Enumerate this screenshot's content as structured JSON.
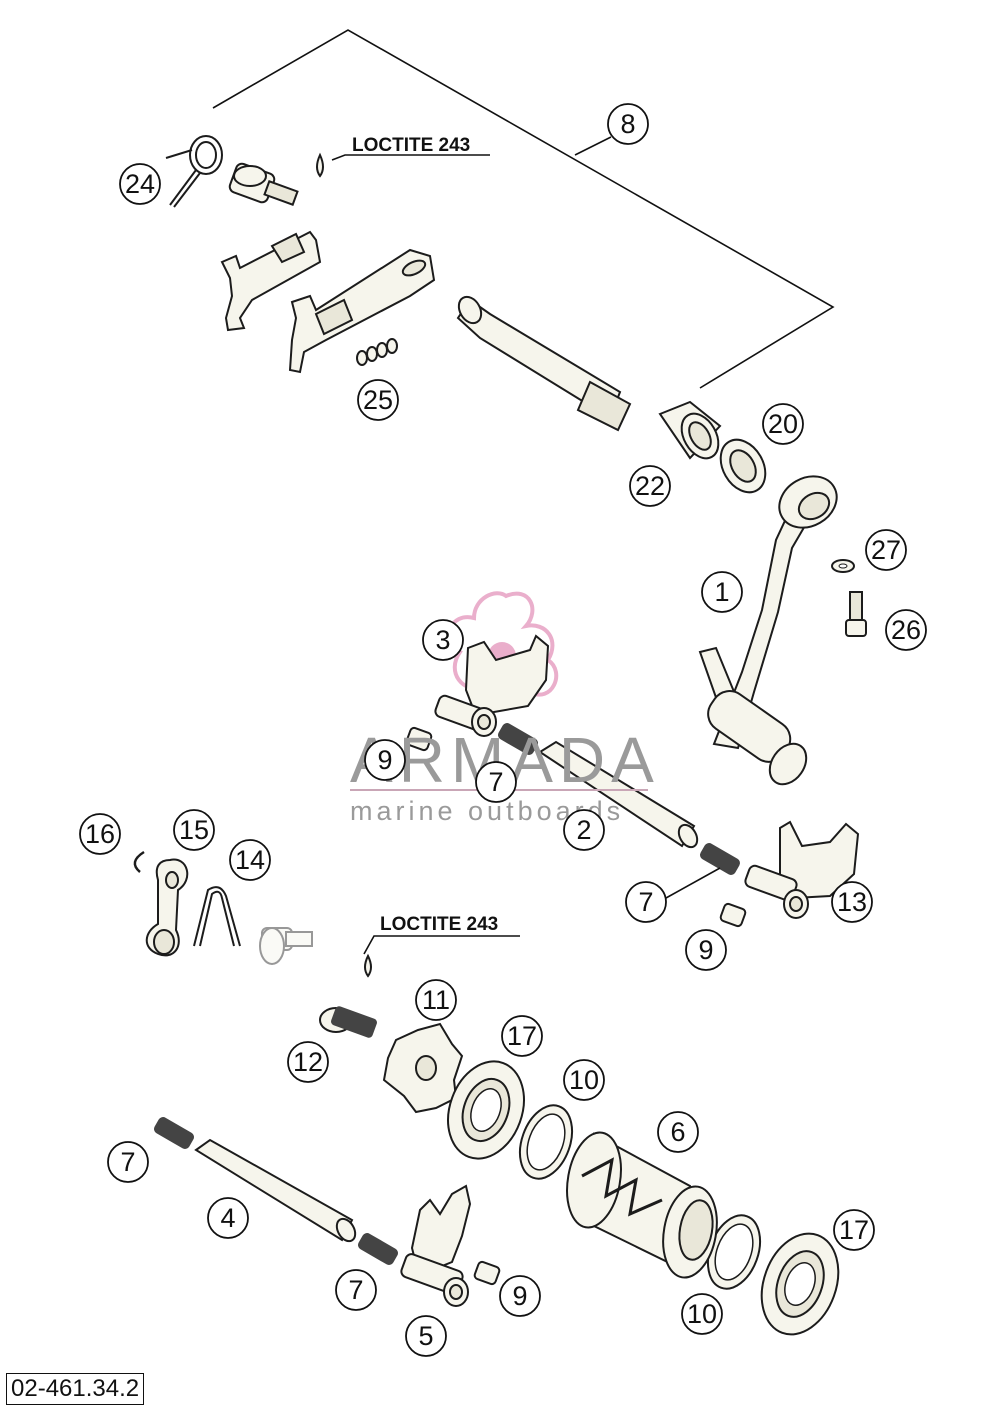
{
  "notes": {
    "loctite_top": "LOCTITE 243",
    "loctite_mid": "LOCTITE 243"
  },
  "callouts": {
    "c1": "1",
    "c2": "2",
    "c3": "3",
    "c4": "4",
    "c5": "5",
    "c6": "6",
    "c7a": "7",
    "c7b": "7",
    "c7c": "7",
    "c7d": "7",
    "c8": "8",
    "c9a": "9",
    "c9b": "9",
    "c9c": "9",
    "c10a": "10",
    "c10b": "10",
    "c11": "11",
    "c12": "12",
    "c13": "13",
    "c14": "14",
    "c15": "15",
    "c16": "16",
    "c17a": "17",
    "c17b": "17",
    "c20": "20",
    "c22": "22",
    "c24": "24",
    "c25": "25",
    "c26": "26",
    "c27": "27"
  },
  "watermark": {
    "brand": "ARMADA",
    "tagline": "marine outboards",
    "brand_color": "#9a9a9a",
    "logo_color": "#e8a6c6"
  },
  "reference_number": "02-461.34.2"
}
